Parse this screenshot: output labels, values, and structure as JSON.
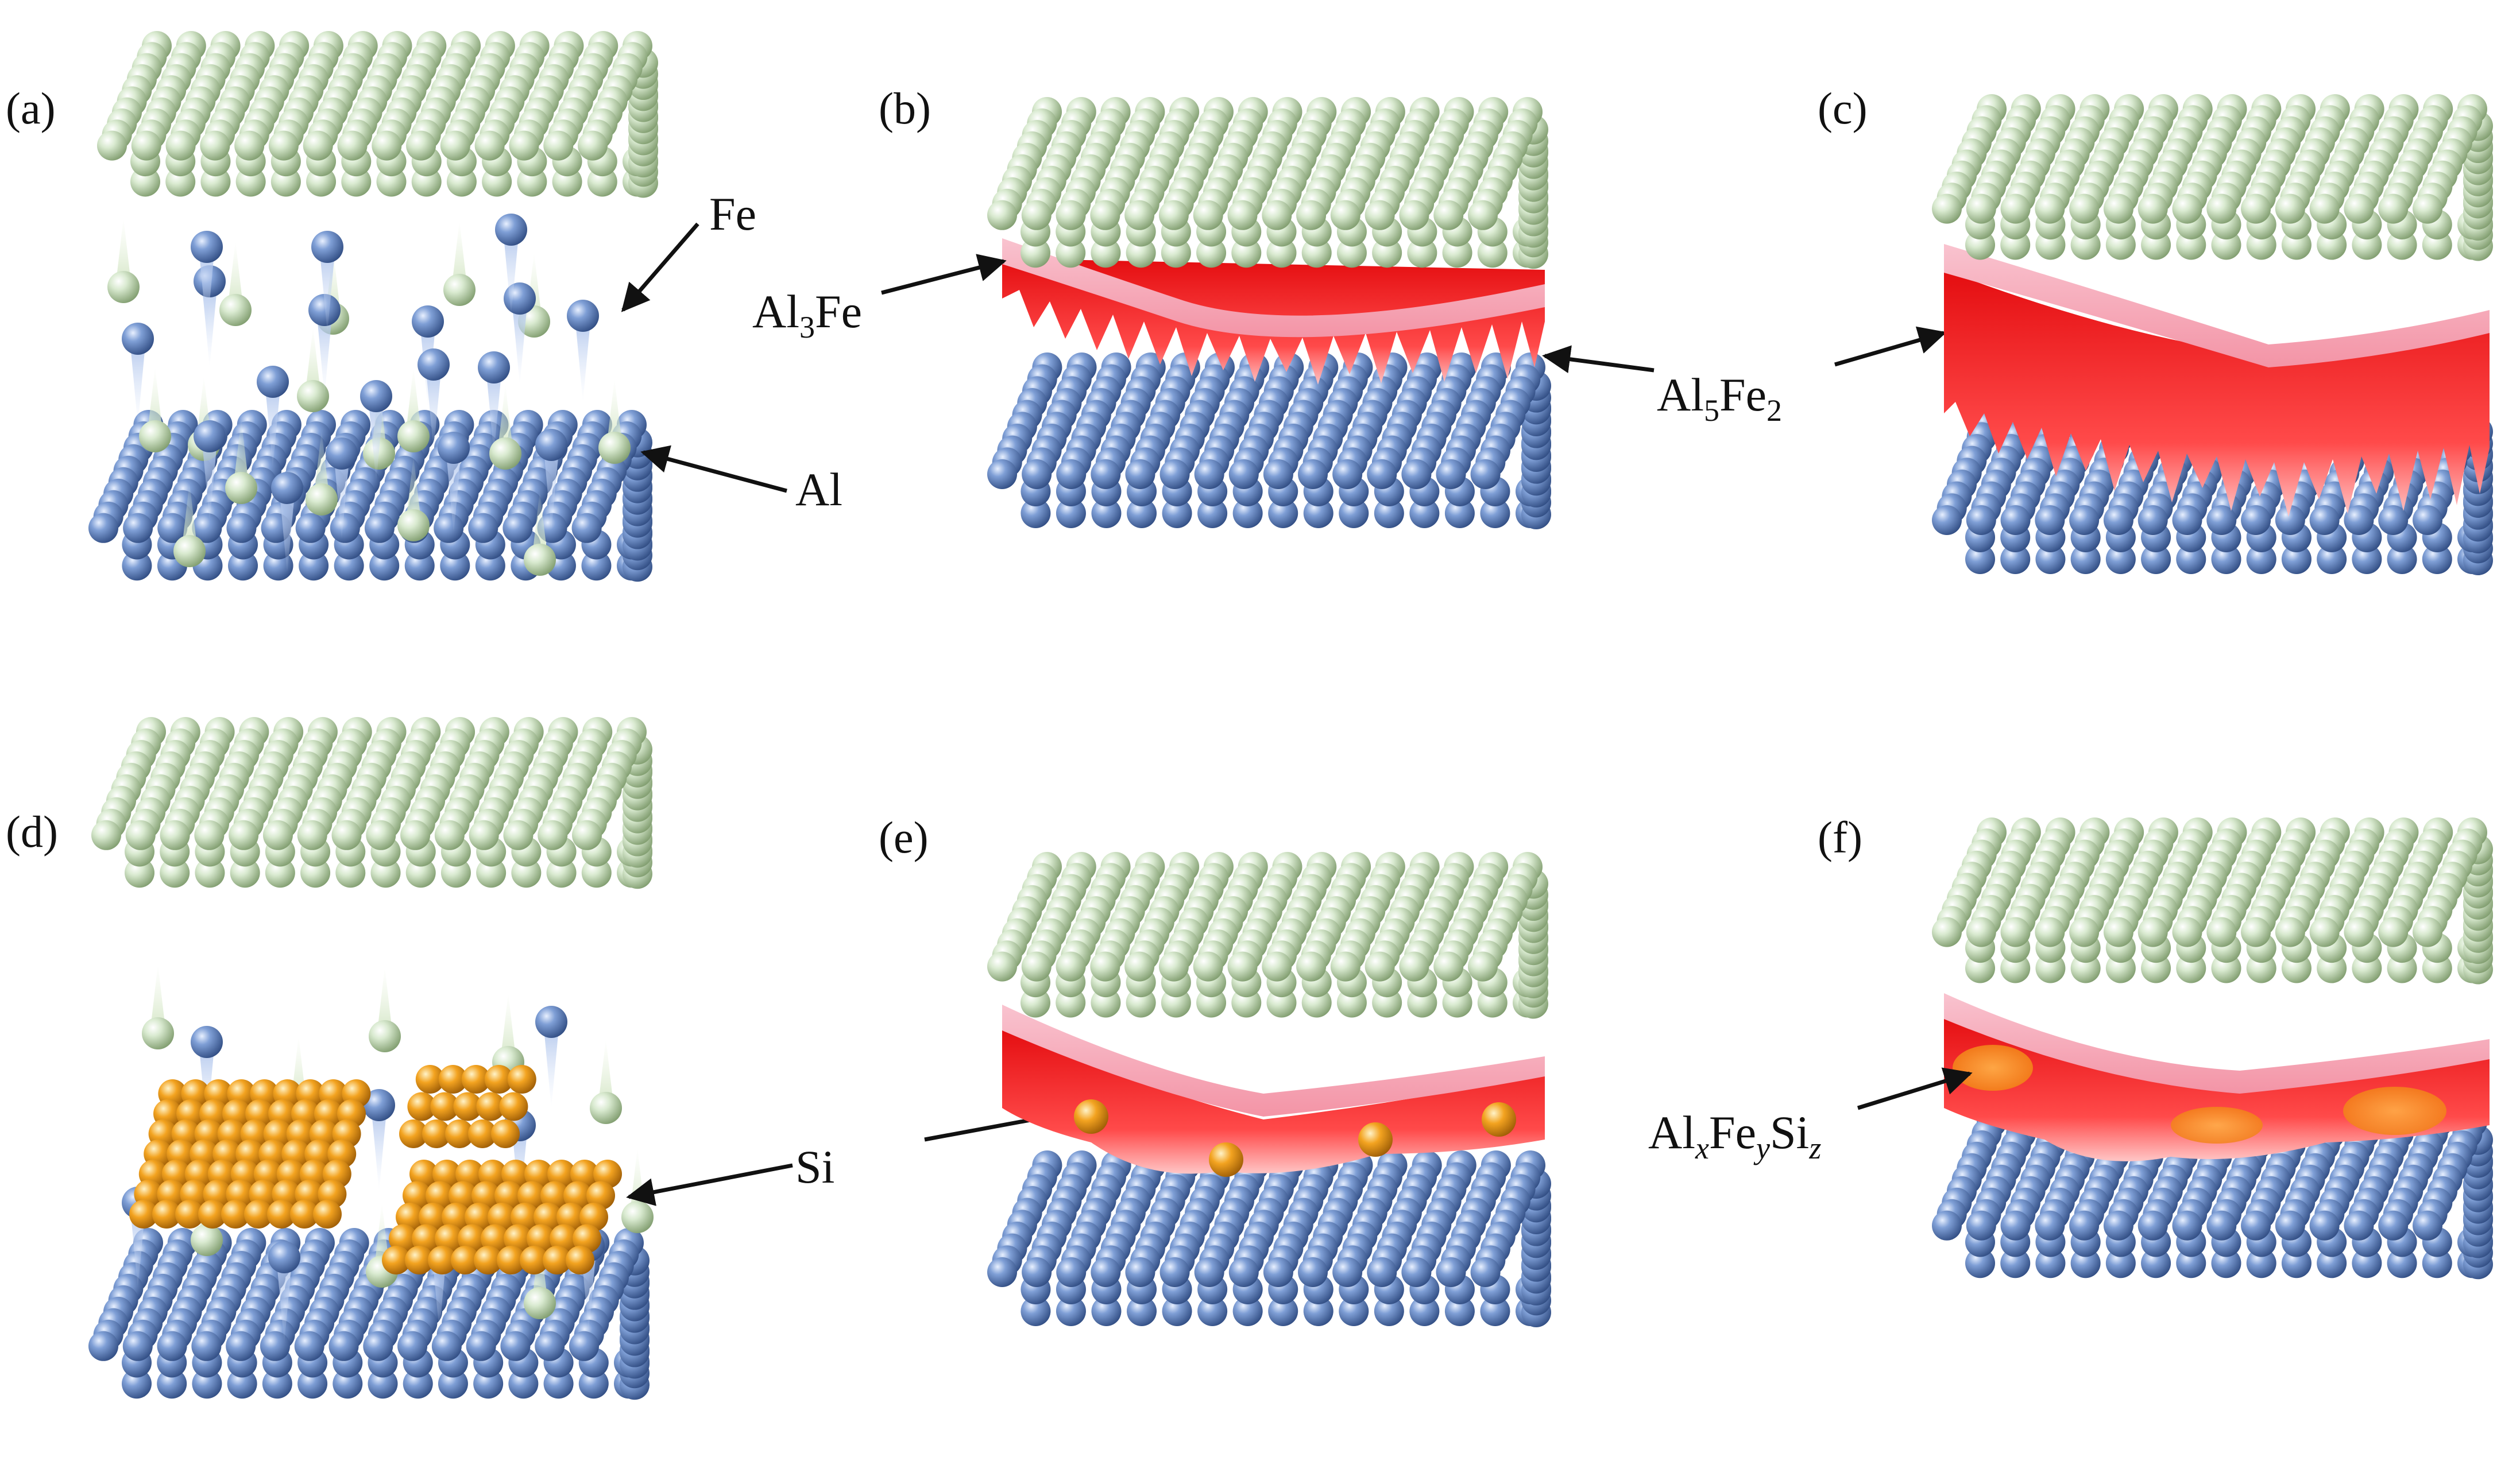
{
  "panels": [
    "(a)",
    "(b)",
    "(c)",
    "(d)",
    "(e)",
    "(f)"
  ],
  "annotations": {
    "fe": "Fe",
    "al": "Al",
    "al3fe": {
      "base": "Al",
      "sub": "3",
      "tail": "Fe"
    },
    "al5fe2": {
      "base": "Al",
      "sub1": "5",
      "mid": "Fe",
      "sub2": "2"
    },
    "si": "Si",
    "alxfeysiz": {
      "p1": "Al",
      "s1": "x",
      "p2": "Fe",
      "s2": "y",
      "p3": "Si",
      "s3": "z"
    }
  },
  "colors": {
    "fe_atom": "#c8ddb0",
    "al_atom": "#5f84c2",
    "si_atom": "#f0a21b",
    "al3fe_layer": "#f4a8b8",
    "al5fe2_layer": "#ee2020"
  }
}
